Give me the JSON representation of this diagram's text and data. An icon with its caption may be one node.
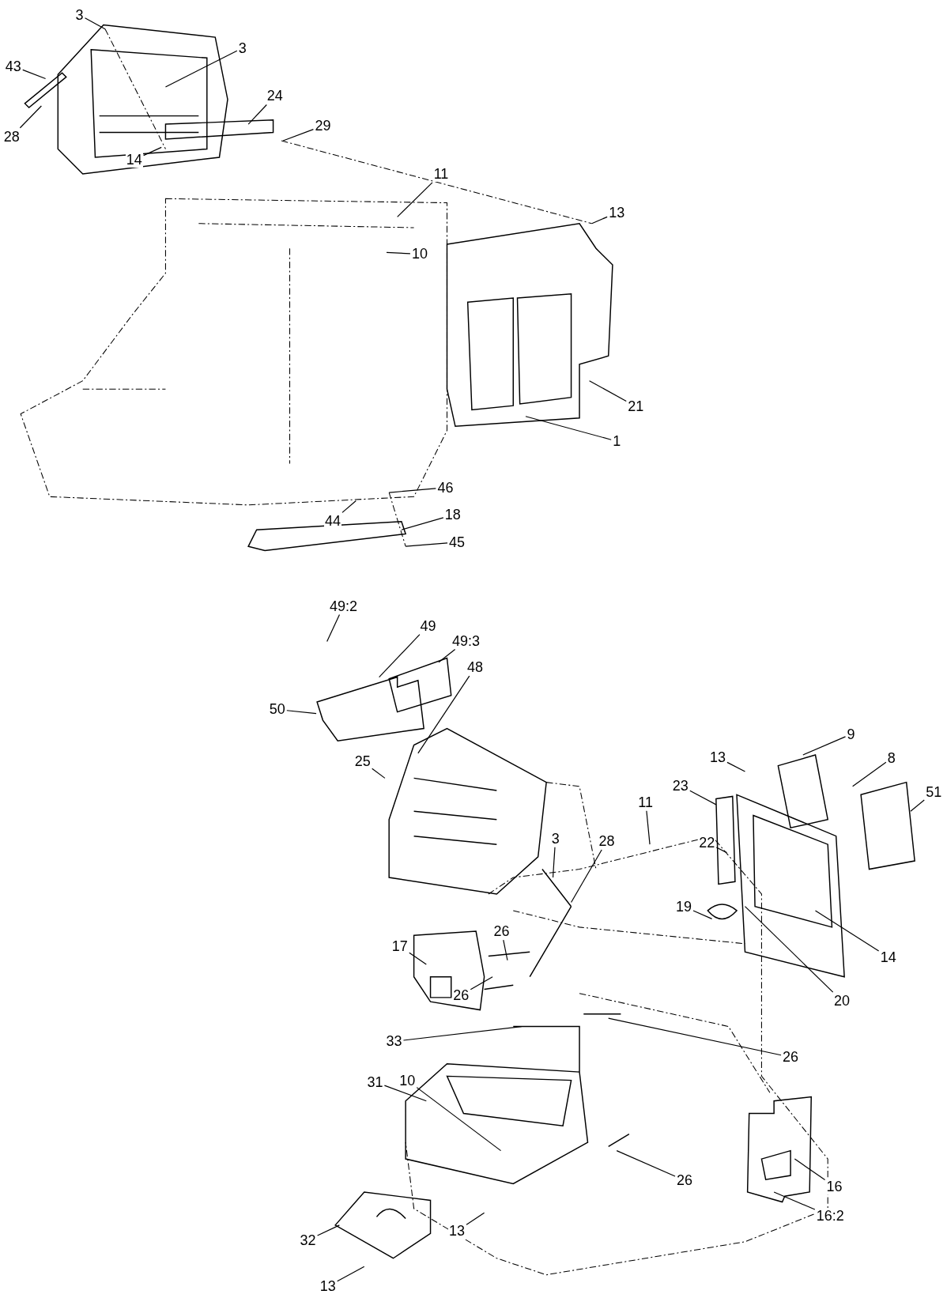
{
  "diagram": {
    "nodes": [
      {
        "text": [
          "3"
        ]
      },
      {
        "text": [
          "3"
        ]
      },
      {
        "text": [
          "43"
        ]
      },
      {
        "text": [
          "28"
        ]
      },
      {
        "text": [
          "24"
        ]
      },
      {
        "text": [
          "29"
        ]
      },
      {
        "text": [
          "14"
        ]
      },
      {
        "text": [
          "11"
        ]
      },
      {
        "text": [
          "13"
        ]
      },
      {
        "text": [
          "10"
        ]
      },
      {
        "text": [
          "21"
        ]
      },
      {
        "text": [
          "1"
        ]
      },
      {
        "text": [
          "46"
        ]
      },
      {
        "text": [
          "44"
        ]
      },
      {
        "text": [
          "18"
        ]
      },
      {
        "text": [
          "45"
        ]
      },
      {
        "text": [
          "49:2"
        ]
      },
      {
        "text": [
          "49"
        ]
      },
      {
        "text": [
          "49:3"
        ]
      },
      {
        "text": [
          "48"
        ]
      },
      {
        "text": [
          "50"
        ]
      },
      {
        "text": [
          "25"
        ]
      },
      {
        "text": [
          "9"
        ]
      },
      {
        "text": [
          "13"
        ]
      },
      {
        "text": [
          "8"
        ]
      },
      {
        "text": [
          "23"
        ]
      },
      {
        "text": [
          "51"
        ]
      },
      {
        "text": [
          "11"
        ]
      },
      {
        "text": [
          "22"
        ]
      },
      {
        "text": [
          "3"
        ]
      },
      {
        "text": [
          "28"
        ]
      },
      {
        "text": [
          "19"
        ]
      },
      {
        "text": [
          "14"
        ]
      },
      {
        "text": [
          "20"
        ]
      },
      {
        "text": [
          "17"
        ]
      },
      {
        "text": [
          "26"
        ]
      },
      {
        "text": [
          "26"
        ]
      },
      {
        "text": [
          "33"
        ]
      },
      {
        "text": [
          "26"
        ]
      },
      {
        "text": [
          "31"
        ]
      },
      {
        "text": [
          "10"
        ]
      },
      {
        "text": [
          "26"
        ]
      },
      {
        "text": [
          "16"
        ]
      },
      {
        "text": [
          "16:2"
        ]
      },
      {
        "text": [
          "13"
        ]
      },
      {
        "text": [
          "32"
        ]
      },
      {
        "text": [
          "13"
        ]
      }
    ],
    "edges": [
      {
        "from": 0,
        "to": null,
        "arrow": "none"
      },
      {
        "from": 1,
        "to": null,
        "arrow": "none"
      },
      {
        "from": 2,
        "to": null,
        "arrow": "none"
      },
      {
        "from": 3,
        "to": null,
        "arrow": "none"
      },
      {
        "from": 4,
        "to": null,
        "arrow": "none"
      },
      {
        "from": 5,
        "to": null,
        "arrow": "none"
      },
      {
        "from": 6,
        "to": null,
        "arrow": "none"
      },
      {
        "from": 7,
        "to": null,
        "arrow": "none"
      },
      {
        "from": 8,
        "to": null,
        "arrow": "none"
      },
      {
        "from": 9,
        "to": null,
        "arrow": "none"
      },
      {
        "from": 10,
        "to": null,
        "arrow": "none"
      },
      {
        "from": 11,
        "to": null,
        "arrow": "none"
      },
      {
        "from": 12,
        "to": null,
        "arrow": "none"
      },
      {
        "from": 13,
        "to": null,
        "arrow": "none"
      },
      {
        "from": 14,
        "to": null,
        "arrow": "none"
      },
      {
        "from": 15,
        "to": null,
        "arrow": "none"
      },
      {
        "from": 16,
        "to": null,
        "arrow": "none"
      },
      {
        "from": 17,
        "to": null,
        "arrow": "none"
      },
      {
        "from": 18,
        "to": null,
        "arrow": "none"
      },
      {
        "from": 19,
        "to": null,
        "arrow": "none"
      },
      {
        "from": 20,
        "to": null,
        "arrow": "none"
      },
      {
        "from": 21,
        "to": null,
        "arrow": "none"
      },
      {
        "from": 22,
        "to": null,
        "arrow": "none"
      },
      {
        "from": 23,
        "to": null,
        "arrow": "none"
      },
      {
        "from": 24,
        "to": null,
        "arrow": "none"
      },
      {
        "from": 25,
        "to": null,
        "arrow": "none"
      },
      {
        "from": 26,
        "to": null,
        "arrow": "none"
      },
      {
        "from": 27,
        "to": null,
        "arrow": "none"
      },
      {
        "from": 28,
        "to": null,
        "arrow": "none"
      },
      {
        "from": 29,
        "to": null,
        "arrow": "none"
      },
      {
        "from": 30,
        "to": null,
        "arrow": "none"
      },
      {
        "from": 31,
        "to": null,
        "arrow": "none"
      },
      {
        "from": 32,
        "to": null,
        "arrow": "none"
      },
      {
        "from": 33,
        "to": null,
        "arrow": "none"
      },
      {
        "from": 34,
        "to": null,
        "arrow": "none"
      },
      {
        "from": 35,
        "to": null,
        "arrow": "none"
      },
      {
        "from": 36,
        "to": null,
        "arrow": "none"
      },
      {
        "from": 37,
        "to": null,
        "arrow": "none"
      },
      {
        "from": 38,
        "to": null,
        "arrow": "none"
      },
      {
        "from": 39,
        "to": null,
        "arrow": "none"
      },
      {
        "from": 40,
        "to": null,
        "arrow": "none"
      },
      {
        "from": 41,
        "to": null,
        "arrow": "none"
      },
      {
        "from": 42,
        "to": null,
        "arrow": "none"
      },
      {
        "from": 43,
        "to": null,
        "arrow": "none"
      },
      {
        "from": 44,
        "to": null,
        "arrow": "none"
      },
      {
        "from": 45,
        "to": null,
        "arrow": "none"
      },
      {
        "from": 46,
        "to": null,
        "arrow": "none"
      }
    ]
  }
}
